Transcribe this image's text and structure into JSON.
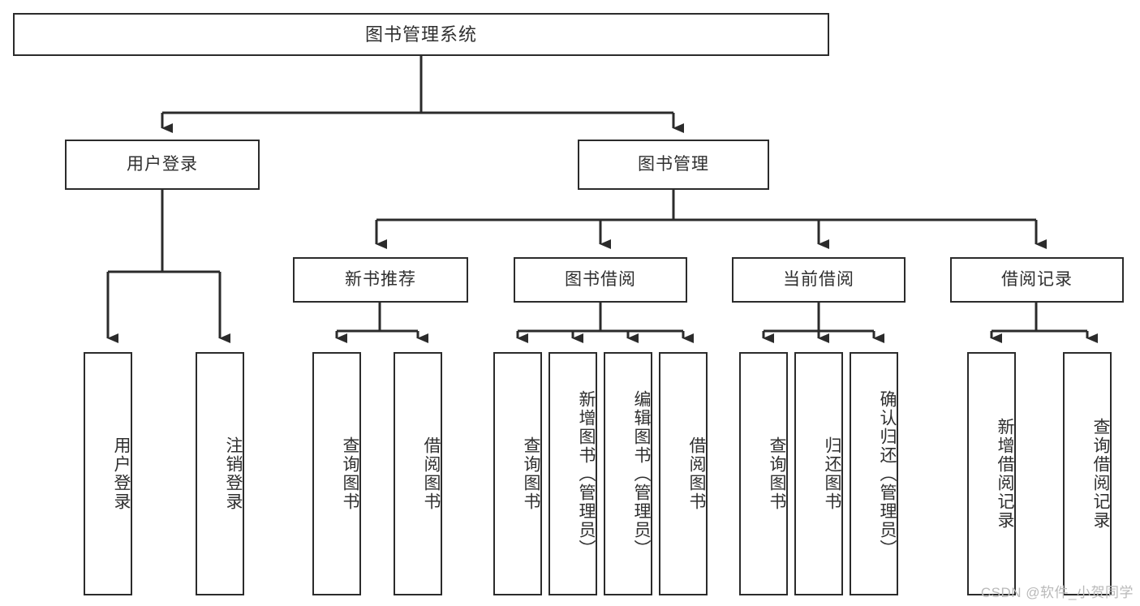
{
  "diagram": {
    "type": "tree",
    "title": "图书管理系统",
    "colors": {
      "box_border": "#2b2b2b",
      "box_fill": "#ffffff",
      "edge": "#2b2b2b",
      "text": "#2f2f2f",
      "watermark": "#b9b9b9",
      "background": "#ffffff"
    },
    "nodes": {
      "root": {
        "label": "图书管理系统"
      },
      "level1": [
        {
          "label": "用户登录"
        },
        {
          "label": "图书管理"
        }
      ],
      "level2": [
        {
          "label": "新书推荐"
        },
        {
          "label": "图书借阅"
        },
        {
          "label": "当前借阅"
        },
        {
          "label": "借阅记录"
        }
      ],
      "leaves_user_login": [
        {
          "label": "用户登录"
        },
        {
          "label": "注销登录"
        }
      ],
      "leaves_new_book": [
        {
          "label": "查询图书"
        },
        {
          "label": "借阅图书"
        }
      ],
      "leaves_borrow": [
        {
          "label": "查询图书"
        },
        {
          "label": "新增图书（管理员）"
        },
        {
          "label": "编辑图书（管理员）"
        },
        {
          "label": "借阅图书"
        }
      ],
      "leaves_current": [
        {
          "label": "查询图书"
        },
        {
          "label": "归还图书"
        },
        {
          "label": "确认归还（管理员）"
        }
      ],
      "leaves_records": [
        {
          "label": "新增借阅记录"
        },
        {
          "label": "查询借阅记录"
        }
      ]
    },
    "watermark": "CSDN @软件_小贺同学"
  }
}
